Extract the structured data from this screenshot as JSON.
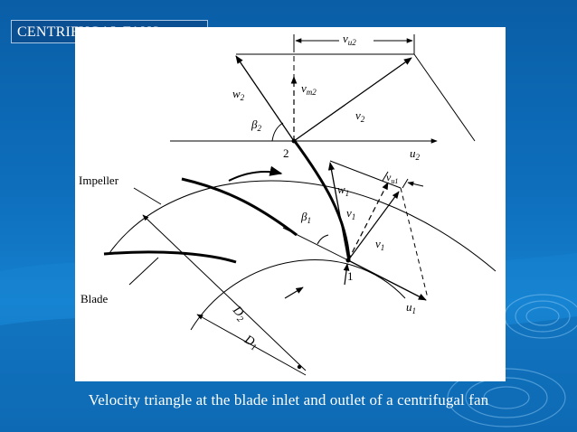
{
  "slide": {
    "title": "CENTRIFUGAL FANS",
    "caption": "Velocity triangle at the blade inlet and outlet of a centrifugal fan",
    "colors": {
      "background": "#0e6fbd",
      "title_box": "#0b4f93",
      "text": "#ffffff",
      "diagram_bg": "#ffffff"
    }
  },
  "diagram": {
    "labels": {
      "vu2": "v",
      "vu2_sub": "u2",
      "vm2": "v",
      "vm2_sub": "m2",
      "w2": "w",
      "w2_sub": "2",
      "v2": "v",
      "v2_sub": "2",
      "beta2": "β",
      "beta2_sub": "2",
      "point2": "2",
      "u2": "u",
      "u2_sub": "2",
      "impeller": "Impeller",
      "w1": "w",
      "w1_sub": "1",
      "vu1": "v",
      "vu1_sub": "u1",
      "beta1": "β",
      "beta1_sub": "1",
      "v1prime": "v",
      "v1prime_sub": "1",
      "v1": "v",
      "v1_sub": "1",
      "point1": "1",
      "u1": "u",
      "u1_sub": "1",
      "blade": "Blade",
      "d2": "D",
      "d2_sub": "2",
      "d1": "D",
      "d1_sub": "1"
    }
  }
}
